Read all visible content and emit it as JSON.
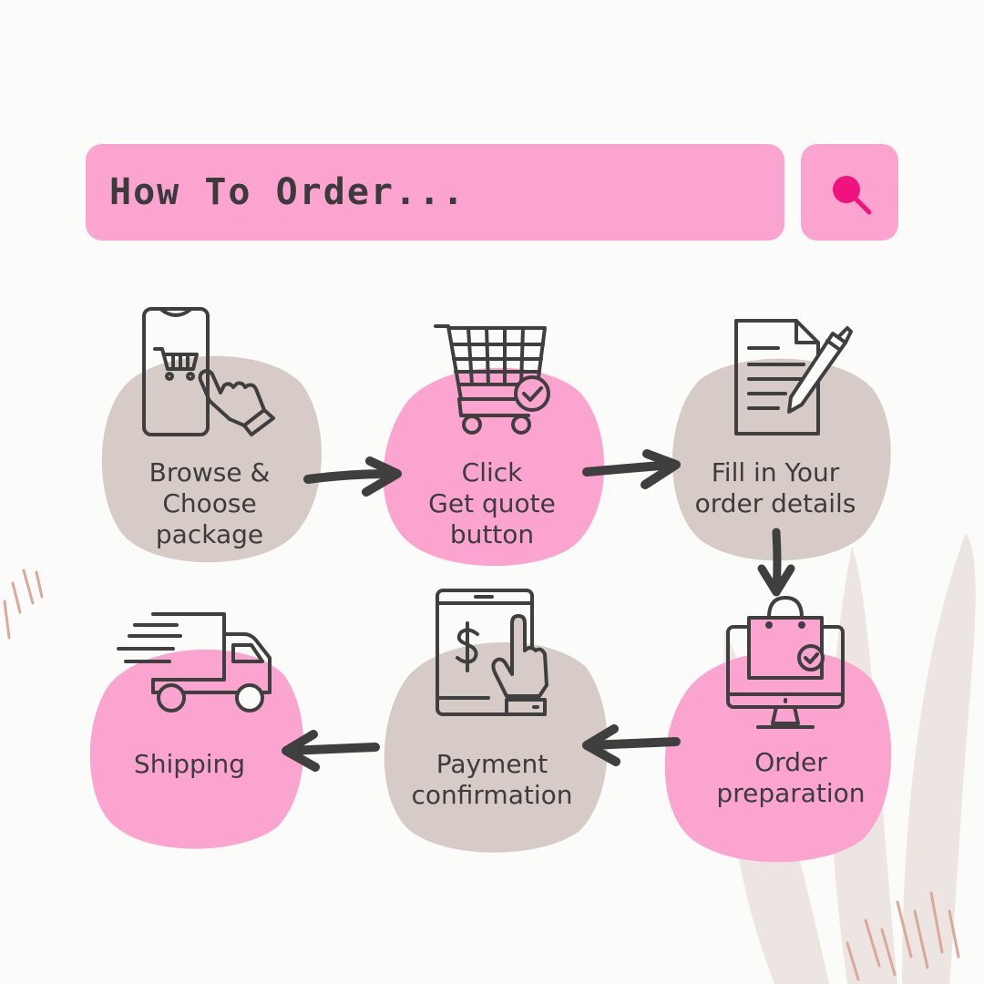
{
  "search": {
    "query": "How To Order..."
  },
  "icons": {
    "search": "search-icon",
    "step1": "phone-shopping-cart-icon",
    "step2": "shopping-cart-check-icon",
    "step3": "document-pen-icon",
    "step4": "monitor-shopping-bag-icon",
    "step5": "tablet-dollar-payment-icon",
    "step6": "delivery-truck-icon"
  },
  "steps": [
    {
      "label": "Browse &\nChoose\npackage"
    },
    {
      "label": "Click\nGet quote\nbutton"
    },
    {
      "label": "Fill in Your\norder details"
    },
    {
      "label": "Order\npreparation"
    },
    {
      "label": "Payment\nconfirmation"
    },
    {
      "label": "Shipping"
    }
  ],
  "colors": {
    "pink": "#fba4d0",
    "taupe": "#d6cbc6",
    "accent": "#f0137e",
    "ink": "#3f3f3f",
    "background": "#fbfbf9"
  }
}
